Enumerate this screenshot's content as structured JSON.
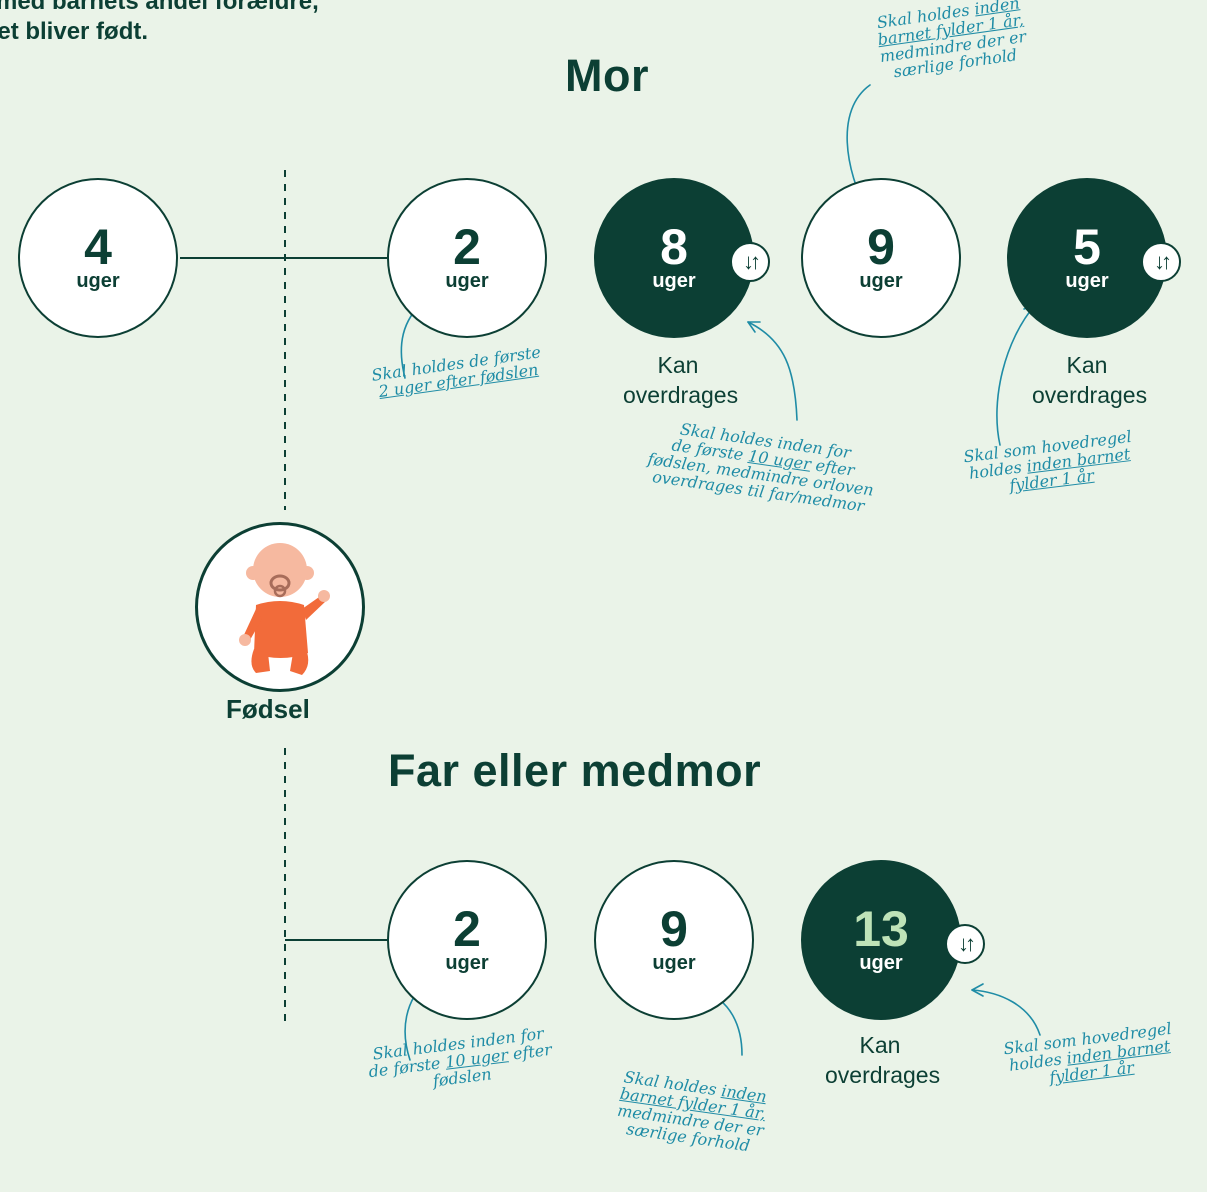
{
  "intro": {
    "line1": "on med barnets andel forældre,",
    "line2": "arnet bliver født."
  },
  "mother": {
    "title": "Mor",
    "pre_birth": {
      "number": "4",
      "unit": "uger"
    },
    "periods": [
      {
        "number": "2",
        "unit": "uger",
        "transferable": false
      },
      {
        "number": "8",
        "unit": "uger",
        "transferable": true,
        "label": "Kan overdrages"
      },
      {
        "number": "9",
        "unit": "uger",
        "transferable": false
      },
      {
        "number": "5",
        "unit": "uger",
        "transferable": true,
        "label": "Kan overdrages"
      }
    ],
    "notes": {
      "top_9": [
        "Skal holdes ",
        "inden",
        " barnet fylder 1 år,",
        "medmindre der er",
        "særlige forhold"
      ],
      "two_weeks": [
        "Skal holdes de første",
        "2 uger efter fødslen"
      ],
      "eight_weeks": [
        "Skal holdes inden for",
        "de første ",
        "10 uger",
        " efter",
        "fødslen, medmindre orloven",
        "overdrages til far/medmor"
      ],
      "five_weeks": [
        "Skal som hovedregel",
        "holdes ",
        "inden barnet",
        "fylder 1 år"
      ]
    }
  },
  "birth": {
    "label": "Fødsel",
    "icon": "baby-icon"
  },
  "partner": {
    "title": "Far eller medmor",
    "periods": [
      {
        "number": "2",
        "unit": "uger",
        "transferable": false
      },
      {
        "number": "9",
        "unit": "uger",
        "transferable": false
      },
      {
        "number": "13",
        "unit": "uger",
        "transferable": true,
        "label": "Kan overdrages"
      }
    ],
    "notes": {
      "two_weeks": [
        "Skal holdes inden for",
        "de første ",
        "10 uger",
        " efter",
        "fødslen"
      ],
      "nine_weeks": [
        "Skal holdes ",
        "inden",
        "barnet fylder 1 år,",
        "medmindre der er",
        "særlige forhold"
      ],
      "thirteen_weeks": [
        "Skal som hovedregel",
        "holdes ",
        "inden barnet",
        "fylder 1 år"
      ]
    }
  },
  "swap_icon": "swap-arrows-icon",
  "colors": {
    "dark": "#0c3f34",
    "background": "#eaf3e8",
    "annotation": "#1f8ca6",
    "baby": "#f26b3a",
    "highlight_number": "#bfe3b8"
  }
}
